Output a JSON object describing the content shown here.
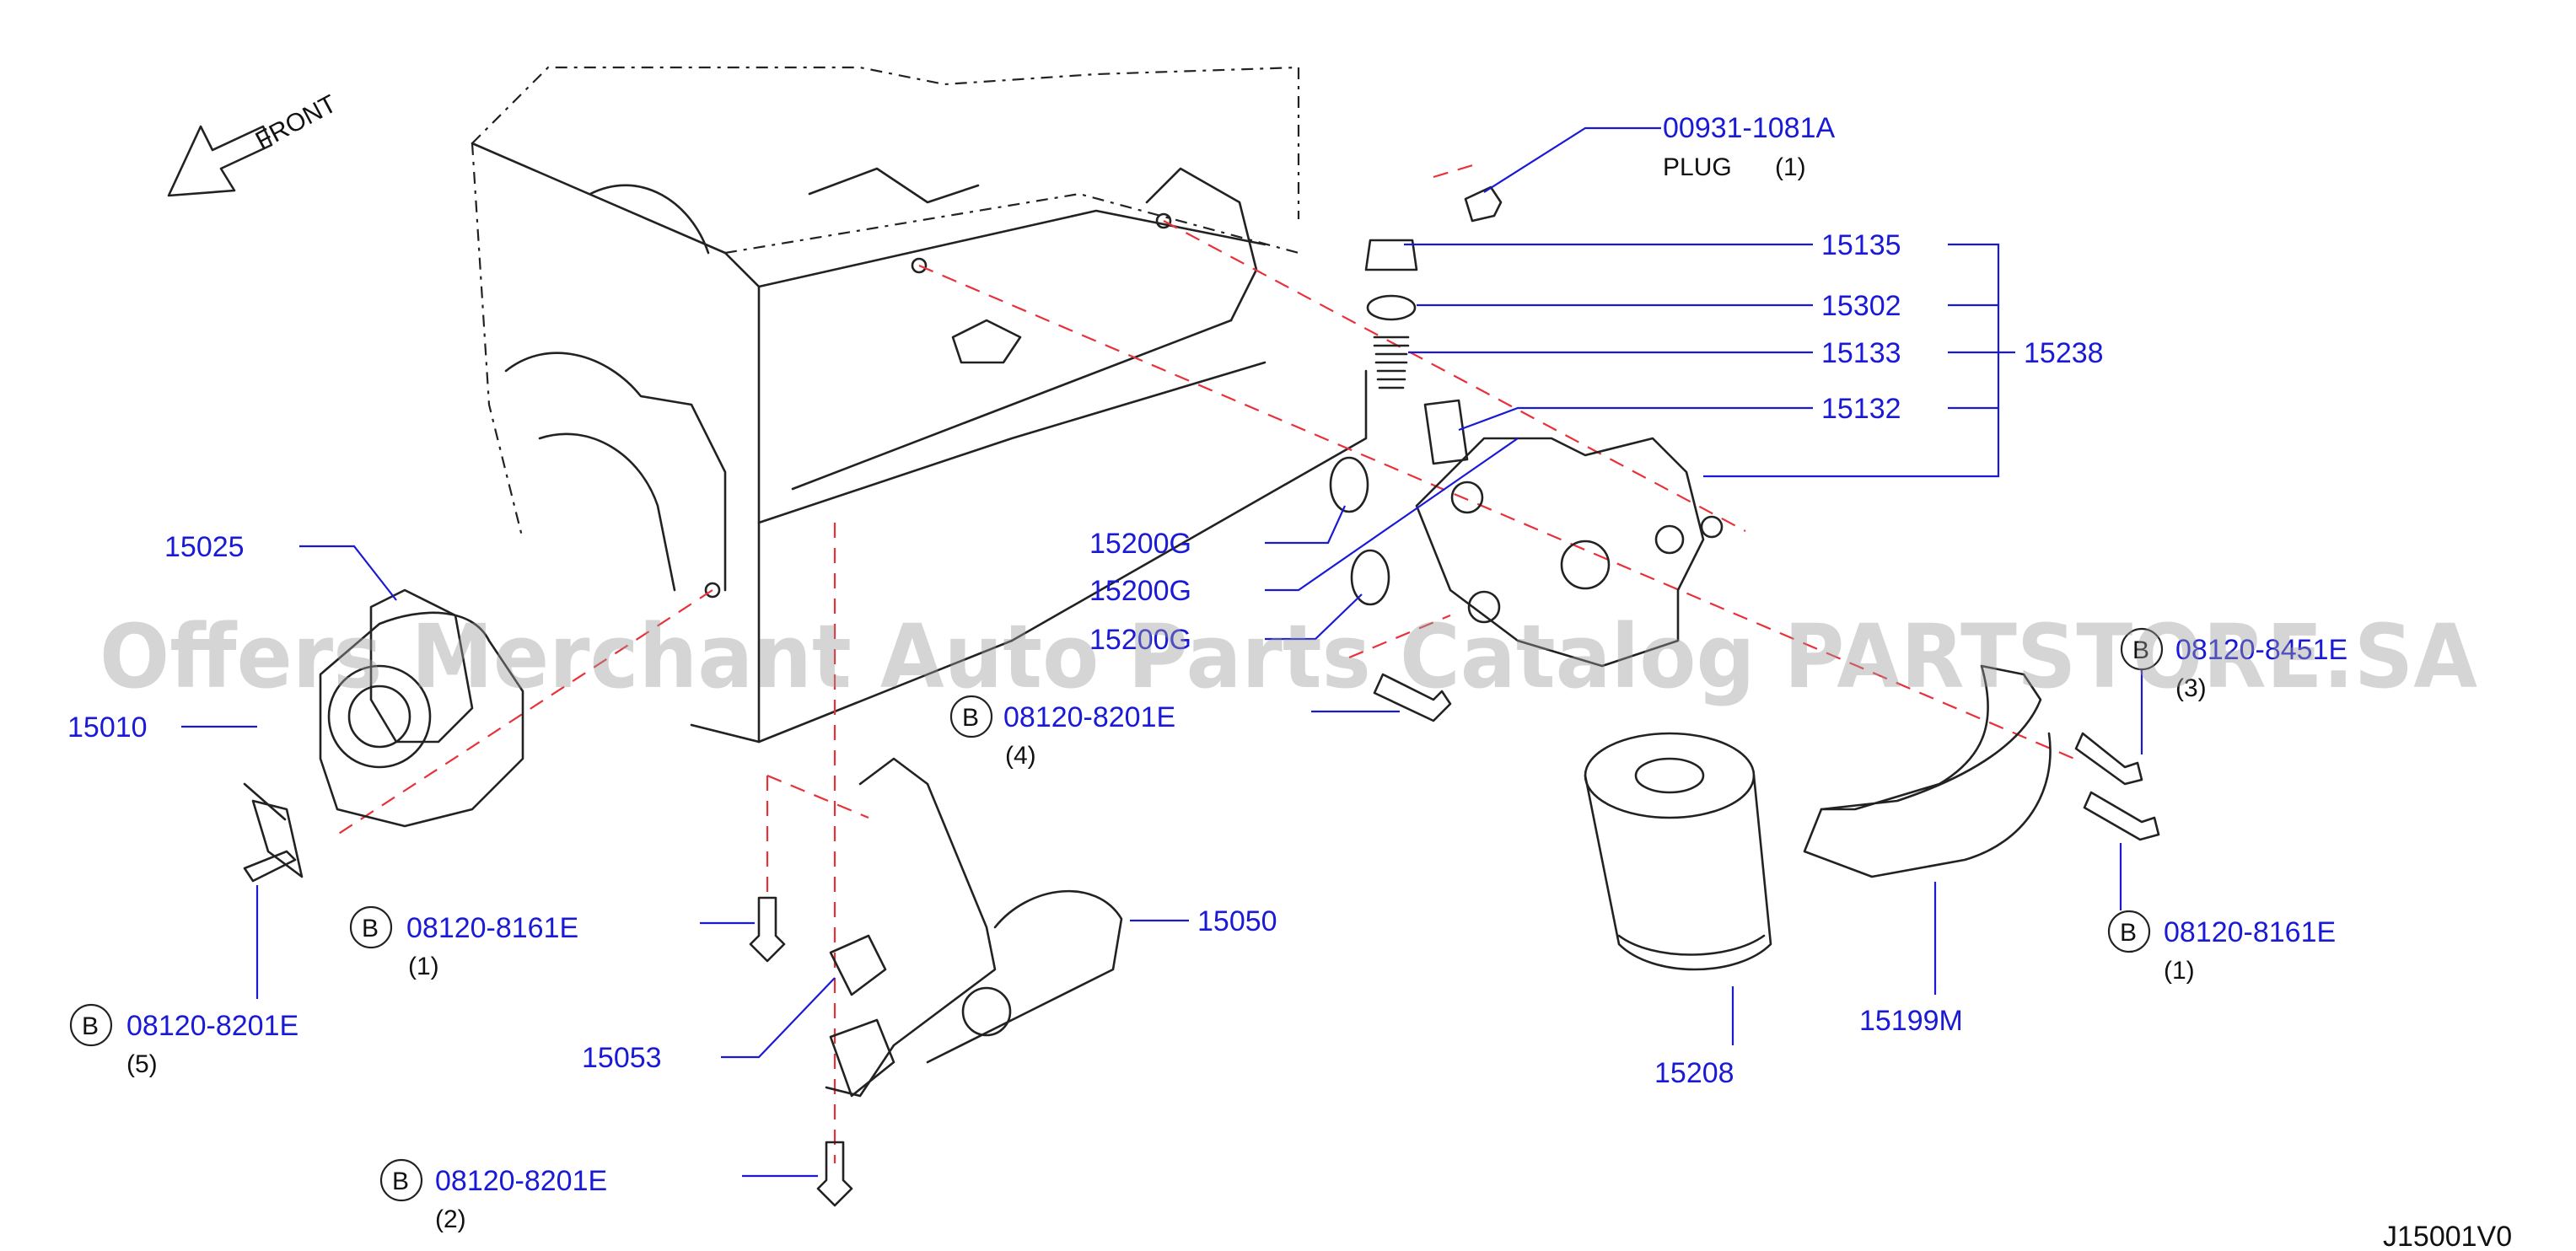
{
  "watermark": "Offers Merchant Auto Parts Catalog PARTSTORE.SA",
  "front_label": "FRONT",
  "diagram_code": "J15001V0",
  "colors": {
    "label": "#1a1ad6",
    "drawing": "#222222",
    "centerline": "#e8313a"
  },
  "parts": [
    {
      "number": "00931-1081A",
      "name": "PLUG",
      "qty": "(1)"
    },
    {
      "number": "15135"
    },
    {
      "number": "15302"
    },
    {
      "number": "15133"
    },
    {
      "number": "15238"
    },
    {
      "number": "15132"
    },
    {
      "number": "15200G"
    },
    {
      "number": "15200G"
    },
    {
      "number": "15200G"
    },
    {
      "number": "15025"
    },
    {
      "number": "15010"
    },
    {
      "number": "15050"
    },
    {
      "number": "15053"
    },
    {
      "number": "15208"
    },
    {
      "number": "15199M"
    }
  ],
  "bolts": [
    {
      "marker": "B",
      "number": "08120-8201E",
      "qty": "(4)"
    },
    {
      "marker": "B",
      "number": "08120-8161E",
      "qty": "(1)"
    },
    {
      "marker": "B",
      "number": "08120-8201E",
      "qty": "(5)"
    },
    {
      "marker": "B",
      "number": "08120-8201E",
      "qty": "(2)"
    },
    {
      "marker": "B",
      "number": "08120-8451E",
      "qty": "(3)"
    },
    {
      "marker": "B",
      "number": "08120-8161E",
      "qty": "(1)"
    }
  ]
}
